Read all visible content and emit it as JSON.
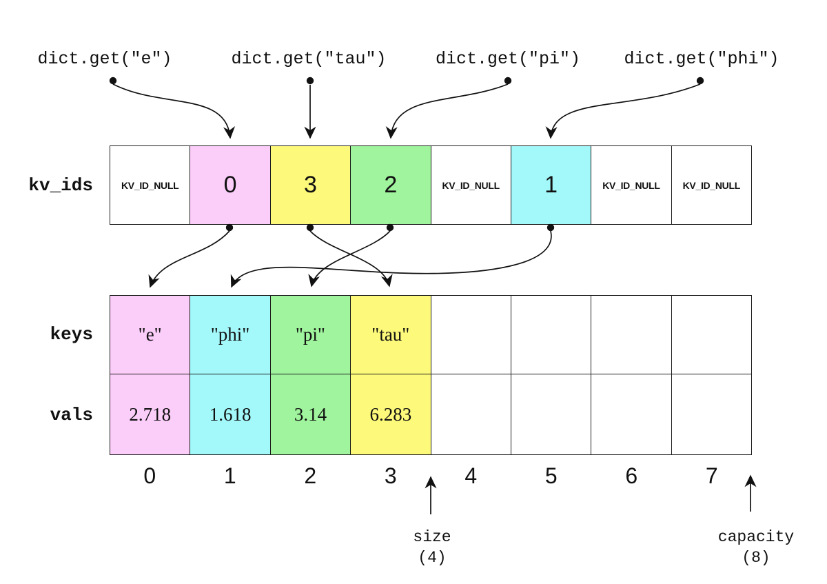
{
  "colors": {
    "pink": "#fbcdf9",
    "cyan": "#a3f8fa",
    "green": "#9ff49d",
    "yellow": "#fdf97a",
    "white": "#ffffff",
    "line": "#1c1c1c"
  },
  "calls": [
    {
      "label": "dict.get(\"e\")",
      "key": "e",
      "points_to_kv_slot": 1
    },
    {
      "label": "dict.get(\"tau\")",
      "key": "tau",
      "points_to_kv_slot": 2
    },
    {
      "label": "dict.get(\"pi\")",
      "key": "pi",
      "points_to_kv_slot": 3
    },
    {
      "label": "dict.get(\"phi\")",
      "key": "phi",
      "points_to_kv_slot": 5
    }
  ],
  "kv_ids": {
    "label": "kv_ids",
    "cells": [
      {
        "text": "KV_ID_NULL",
        "color": "white"
      },
      {
        "text": "0",
        "color": "pink"
      },
      {
        "text": "3",
        "color": "yellow"
      },
      {
        "text": "2",
        "color": "green"
      },
      {
        "text": "KV_ID_NULL",
        "color": "white"
      },
      {
        "text": "1",
        "color": "cyan"
      },
      {
        "text": "KV_ID_NULL",
        "color": "white"
      },
      {
        "text": "KV_ID_NULL",
        "color": "white"
      }
    ]
  },
  "keys": {
    "label": "keys",
    "cells": [
      {
        "text": "\"e\"",
        "color": "pink"
      },
      {
        "text": "\"phi\"",
        "color": "cyan"
      },
      {
        "text": "\"pi\"",
        "color": "green"
      },
      {
        "text": "\"tau\"",
        "color": "yellow"
      },
      {
        "text": "",
        "color": "white"
      },
      {
        "text": "",
        "color": "white"
      },
      {
        "text": "",
        "color": "white"
      },
      {
        "text": "",
        "color": "white"
      }
    ]
  },
  "vals": {
    "label": "vals",
    "cells": [
      {
        "text": "2.718",
        "color": "pink"
      },
      {
        "text": "1.618",
        "color": "cyan"
      },
      {
        "text": "3.14",
        "color": "green"
      },
      {
        "text": "6.283",
        "color": "yellow"
      },
      {
        "text": "",
        "color": "white"
      },
      {
        "text": "",
        "color": "white"
      },
      {
        "text": "",
        "color": "white"
      },
      {
        "text": "",
        "color": "white"
      }
    ]
  },
  "id_arrows": [
    {
      "from_kv_slot": 1,
      "kv_id": 0,
      "to_entry_index": 0
    },
    {
      "from_kv_slot": 2,
      "kv_id": 3,
      "to_entry_index": 3
    },
    {
      "from_kv_slot": 3,
      "kv_id": 2,
      "to_entry_index": 2
    },
    {
      "from_kv_slot": 5,
      "kv_id": 1,
      "to_entry_index": 1
    }
  ],
  "indices": [
    "0",
    "1",
    "2",
    "3",
    "4",
    "5",
    "6",
    "7"
  ],
  "size": {
    "label": "size",
    "value": "(4)"
  },
  "capacity": {
    "label": "capacity",
    "value": "(8)"
  }
}
